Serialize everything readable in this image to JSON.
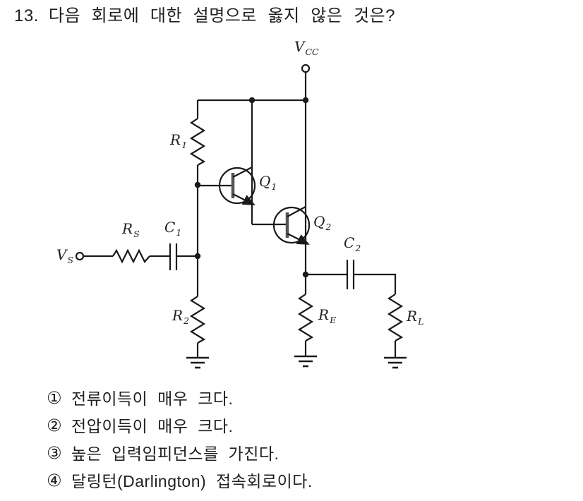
{
  "question": {
    "number": "13.",
    "text": "다음 회로에 대한 설명으로 옳지 않은 것은?"
  },
  "circuit": {
    "labels": {
      "vcc": {
        "main": "V",
        "sub": "CC"
      },
      "r1": {
        "main": "R",
        "sub": "1"
      },
      "q1": {
        "main": "Q",
        "sub": "1"
      },
      "q2": {
        "main": "Q",
        "sub": "2"
      },
      "rs": {
        "main": "R",
        "sub": "S"
      },
      "c1": {
        "main": "C",
        "sub": "1"
      },
      "vs": {
        "main": "V",
        "sub": "S"
      },
      "r2": {
        "main": "R",
        "sub": "2"
      },
      "c2": {
        "main": "C",
        "sub": "2"
      },
      "re": {
        "main": "R",
        "sub": "E"
      },
      "rl": {
        "main": "R",
        "sub": "L"
      }
    }
  },
  "choices": [
    {
      "num": "①",
      "text": "전류이득이 매우 크다."
    },
    {
      "num": "②",
      "text": "전압이득이 매우 크다."
    },
    {
      "num": "③",
      "text": "높은 입력임피던스를 가진다."
    },
    {
      "num": "④",
      "text": "달링턴(Darlington) 접속회로이다."
    }
  ],
  "colors": {
    "ink": "#1a1a1a",
    "paper": "#ffffff"
  }
}
